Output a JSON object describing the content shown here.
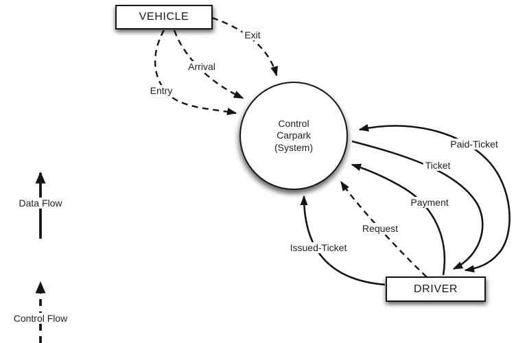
{
  "entities": {
    "vehicle": {
      "label": "VEHICLE"
    },
    "driver": {
      "label": "DRIVER"
    }
  },
  "process": {
    "line1": "Control",
    "line2": "Carpark",
    "line3": "(System)"
  },
  "flows": {
    "exit": {
      "label": "Exit",
      "type": "control",
      "style": "dashed",
      "from": "vehicle",
      "to": "system"
    },
    "arrival": {
      "label": "Arrival",
      "type": "control",
      "style": "dashed",
      "from": "vehicle",
      "to": "system"
    },
    "entry": {
      "label": "Entry",
      "type": "control",
      "style": "dashed",
      "from": "vehicle",
      "to": "system"
    },
    "paid_ticket": {
      "label": "Paid-Ticket",
      "type": "data",
      "style": "solid",
      "from": "driver",
      "to": "system",
      "arrowheads": "both_ends"
    },
    "ticket": {
      "label": "Ticket",
      "type": "data",
      "style": "solid",
      "from": "system",
      "to": "driver"
    },
    "payment": {
      "label": "Payment",
      "type": "data",
      "style": "solid",
      "from": "driver",
      "to": "system"
    },
    "request": {
      "label": "Request",
      "type": "control",
      "style": "dashed",
      "from": "driver",
      "to": "system"
    },
    "issued_ticket": {
      "label": "Issued-Ticket",
      "type": "data",
      "style": "solid",
      "from": "driver",
      "to": "system"
    }
  },
  "legend": {
    "data_flow": {
      "label": "Data Flow",
      "style": "solid"
    },
    "control_flow": {
      "label": "Control Flow",
      "style": "dashed"
    }
  },
  "colors": {
    "stroke": "#151515",
    "text": "#1e1e1e",
    "background": "#ffffff"
  }
}
